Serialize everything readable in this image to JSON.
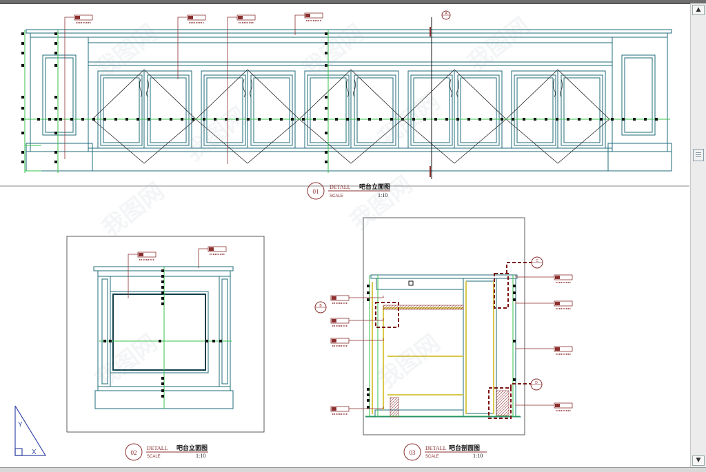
{
  "window": {
    "scroll_up": "▲",
    "scroll_down": "▼"
  },
  "drawing": {
    "views": [
      {
        "number": "01",
        "detail": "DETALL",
        "scale_word": "SCALE",
        "title": "吧台立面图",
        "scale": "1:10"
      },
      {
        "number": "02",
        "detail": "DETALL",
        "scale_word": "SCALE",
        "title": "吧台立面图",
        "scale": "1:10"
      },
      {
        "number": "03",
        "detail": "DETALL",
        "scale_word": "SCALE",
        "title": "吧台剖面图",
        "scale": "1:10"
      }
    ],
    "section_markers": [
      "A",
      "B",
      "C",
      "D"
    ],
    "watermark": "我图网",
    "ucs_axis": {
      "y": "Y",
      "x": "X"
    }
  },
  "colors": {
    "cabinet_line": "#1c6b7a",
    "dimension_line": "#35c24a",
    "annotation": "#8b2f2f",
    "callout_box": "#7a1010",
    "section_fill": "#d9c84a",
    "ucs": "#3a4aa8"
  }
}
